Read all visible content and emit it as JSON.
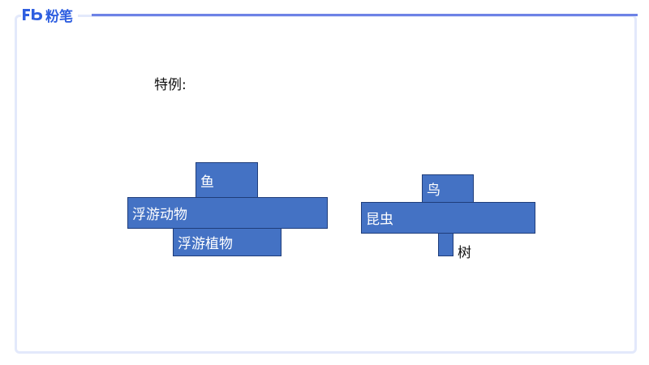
{
  "logo": {
    "text": "粉笔",
    "mark": "Fb"
  },
  "heading": "特例:",
  "diagram_left": {
    "top": "鱼",
    "middle": "浮游动物",
    "bottom": "浮游植物"
  },
  "diagram_right": {
    "top": "鸟",
    "middle": "昆虫",
    "bottom": "树"
  },
  "colors": {
    "bar_fill": "#4472c4",
    "bar_border": "#1f3d7a",
    "accent_line": "#6d82e6",
    "brand": "#2f5fe0"
  }
}
